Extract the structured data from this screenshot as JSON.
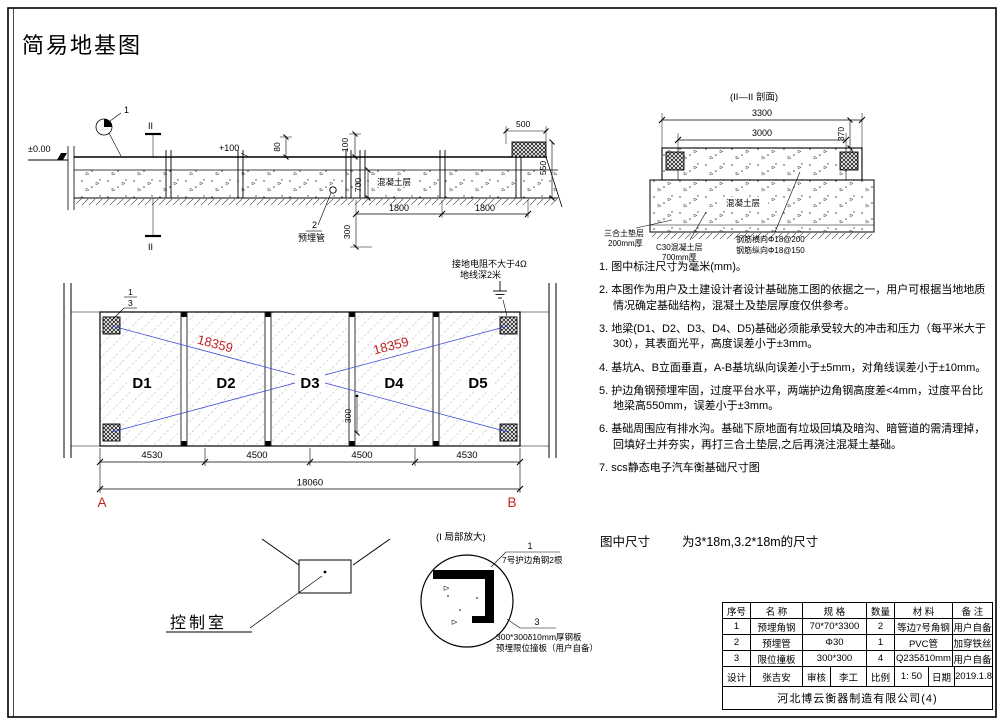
{
  "title": "简易地基图",
  "cross_section": {
    "datum": "±0.00",
    "level": "+100",
    "dim_80": "80",
    "dim_100": "100",
    "dim_500": "500",
    "dim_550": "550",
    "dim_700": "700",
    "dim_300": "300",
    "dim_1800_a": "1800",
    "dim_1800_b": "1800",
    "concrete_label": "混凝土层",
    "callout_1": "1",
    "callout_2": "2",
    "embedded_pipe": "预埋管",
    "section_mark_top": "II",
    "section_mark_bottom": "II"
  },
  "plan": {
    "panels": [
      "D1",
      "D2",
      "D3",
      "D4",
      "D5"
    ],
    "diag_a": "18359",
    "diag_b": "18359",
    "callout_1": "1",
    "callout_3": "3",
    "ground_note_1": "接地电阻不大于4Ω",
    "ground_note_2": "地线深2米",
    "dim_300": "300",
    "dims": [
      "4530",
      "4500",
      "4500",
      "4530"
    ],
    "dim_total": "18060",
    "corner_a": "A",
    "corner_b": "B"
  },
  "control_room": {
    "label": "控制室"
  },
  "detail": {
    "title": "(I 局部放大)",
    "callout_1": "1",
    "label_1": "7号护边角钢2根",
    "callout_3": "3",
    "label_3a": "300*300δ10mm厚钢板",
    "label_3b": "预埋限位撞板（用户自备）"
  },
  "section_ii": {
    "title": "(II—II 剖面)",
    "dim_3300": "3300",
    "dim_3000": "3000",
    "dim_370": "370",
    "cushion_1": "三合土垫层",
    "cushion_2": "200mm厚",
    "c30_1": "C30混凝土层",
    "c30_2": "700mm厚",
    "rebar_1": "钢筋横向Φ18@200",
    "rebar_2": "钢筋纵向Φ18@150",
    "concrete_label": "混凝土层"
  },
  "notes": [
    "1. 图中标注尺寸为毫米(mm)。",
    "2. 本图作为用户及土建设计者设计基础施工图的依据之一，用户可根据当地地质情况确定基础结构，混凝土及垫层厚度仅供参考。",
    "3. 地梁(D1、D2、D3、D4、D5)基础必须能承受较大的冲击和压力（每平米大于30t），其表面光平，高度误差小于±3mm。",
    "4. 基坑A、B立面垂直，A-B基坑纵向误差小于±5mm，对角线误差小于±10mm。",
    "5. 护边角钢预埋牢固，过度平台水平，两端护边角钢高度差<4mm，过度平台比地梁高550mm，误差小于±3mm。",
    "6. 基础周围应有排水沟。基础下原地面有垃圾回填及暗沟、暗管道的需清理掉，回填好土并夯实，再打三合土垫层,之后再浇注混凝土基础。",
    "7. scs静态电子汽车衡基础尺寸图"
  ],
  "size_note": {
    "label": "图中尺寸",
    "value": "为3*18m,3.2*18m的尺寸"
  },
  "parts_table": {
    "headers": [
      "序号",
      "名 称",
      "规 格",
      "数量",
      "材 料",
      "备 注"
    ],
    "rows": [
      [
        "1",
        "预埋角钢",
        "70*70*3300",
        "2",
        "等边7号角钢",
        "用户自备"
      ],
      [
        "2",
        "预埋管",
        "Φ30",
        "1",
        "PVC管",
        "加穿铁丝"
      ],
      [
        "3",
        "限位撞板",
        "300*300",
        "4",
        "Q235δ10mm",
        "用户自备"
      ]
    ],
    "sign": [
      "设计",
      "张吉安",
      "审核",
      "李工",
      "比例",
      "1: 50",
      "日期",
      "2019.1.8"
    ],
    "company": "河北博云衡器制造有限公司(4)"
  },
  "colors": {
    "accent_red": "#c32222",
    "diagonal_blue": "#3a49d6"
  }
}
